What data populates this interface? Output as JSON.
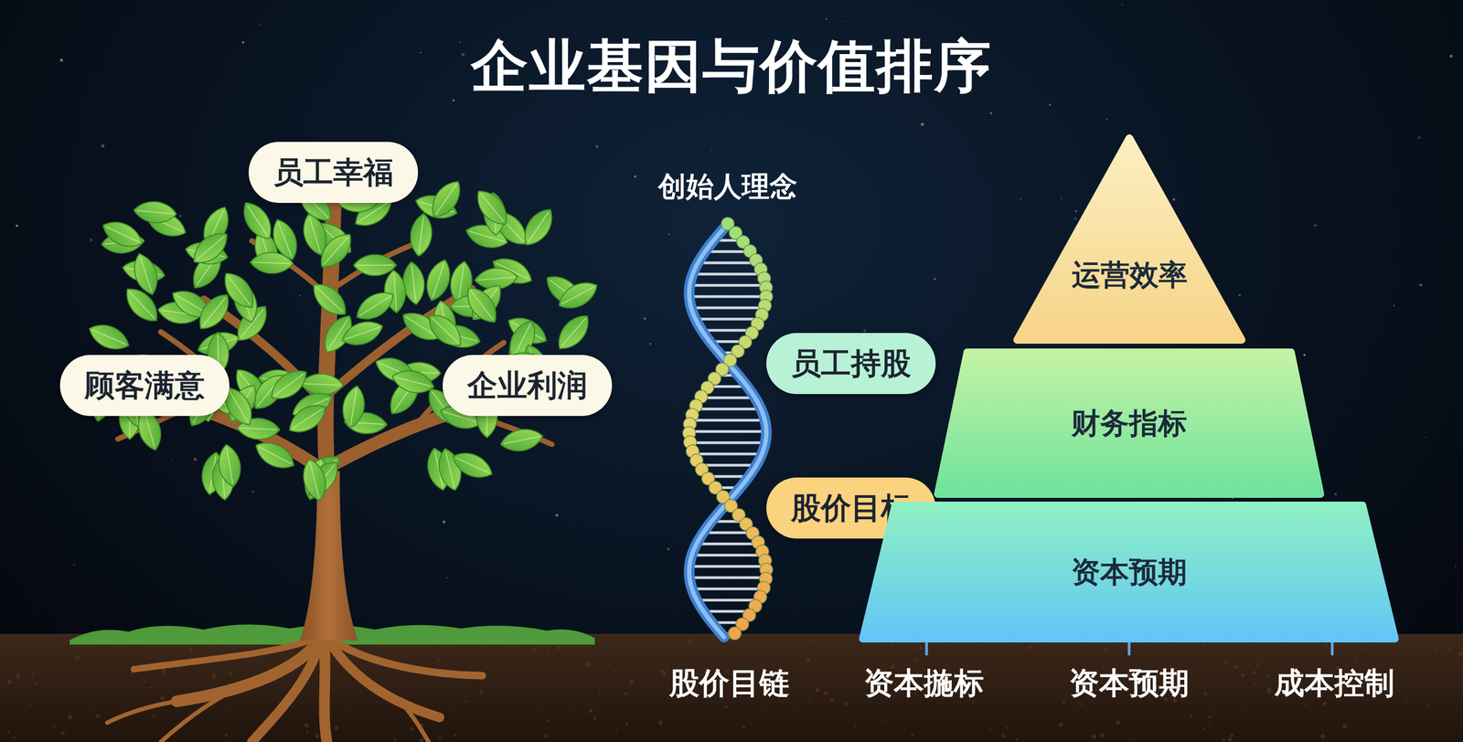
{
  "diagram": {
    "title": "企业基因与价值排序",
    "nodes": [
      {
        "text": [
          "员工幸福"
        ]
      },
      {
        "text": [
          "顾客满意"
        ]
      },
      {
        "text": [
          "企业利润"
        ]
      },
      {
        "text": [
          "员工持股"
        ]
      },
      {
        "text": [
          "股价目标"
        ]
      },
      {
        "text": [
          "运营效率"
        ]
      },
      {
        "text": [
          "财务指标"
        ]
      },
      {
        "text": [
          "资本预期"
        ]
      }
    ],
    "labels": [
      "创始人理念",
      "股价目链",
      "资本揓标",
      "资本预期",
      "成本控制"
    ]
  }
}
